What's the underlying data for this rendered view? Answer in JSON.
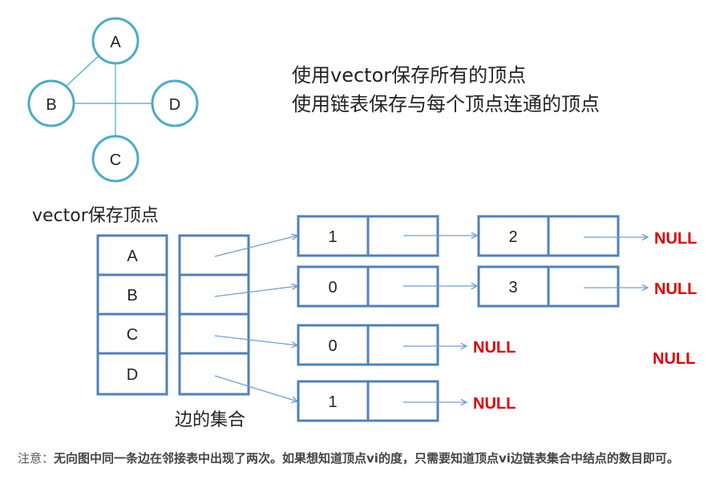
{
  "graph": {
    "vertices": [
      {
        "id": "A",
        "label": "A"
      },
      {
        "id": "B",
        "label": "B"
      },
      {
        "id": "C",
        "label": "C"
      },
      {
        "id": "D",
        "label": "D"
      }
    ],
    "edges": [
      [
        "A",
        "B"
      ],
      [
        "A",
        "C"
      ],
      [
        "B",
        "D"
      ]
    ]
  },
  "description": {
    "line1": "使用vector保存所有的顶点",
    "line2": "使用链表保存与每个顶点连通的顶点"
  },
  "vector": {
    "title": "vector保存顶点",
    "cells": [
      "A",
      "B",
      "C",
      "D"
    ]
  },
  "edge_set_label": "边的集合",
  "null_label": "NULL",
  "adjacency": [
    {
      "vertex": "A",
      "nodes": [
        "1",
        "2"
      ]
    },
    {
      "vertex": "B",
      "nodes": [
        "0",
        "3"
      ]
    },
    {
      "vertex": "C",
      "nodes": [
        "0"
      ]
    },
    {
      "vertex": "D",
      "nodes": [
        "1"
      ]
    }
  ],
  "stray_null": "NULL",
  "colors": {
    "vertex_stroke": "#4bacc6",
    "box_stroke": "#4f81bd",
    "arrow": "#6fa0d4",
    "null_text": "#e00000"
  },
  "note": {
    "prefix": "注意：",
    "body": "无向图中同一条边在邻接表中出现了两次。如果想知道顶点vi的度，只需要知道顶点vi边链表集合中结点的数目即可。"
  }
}
